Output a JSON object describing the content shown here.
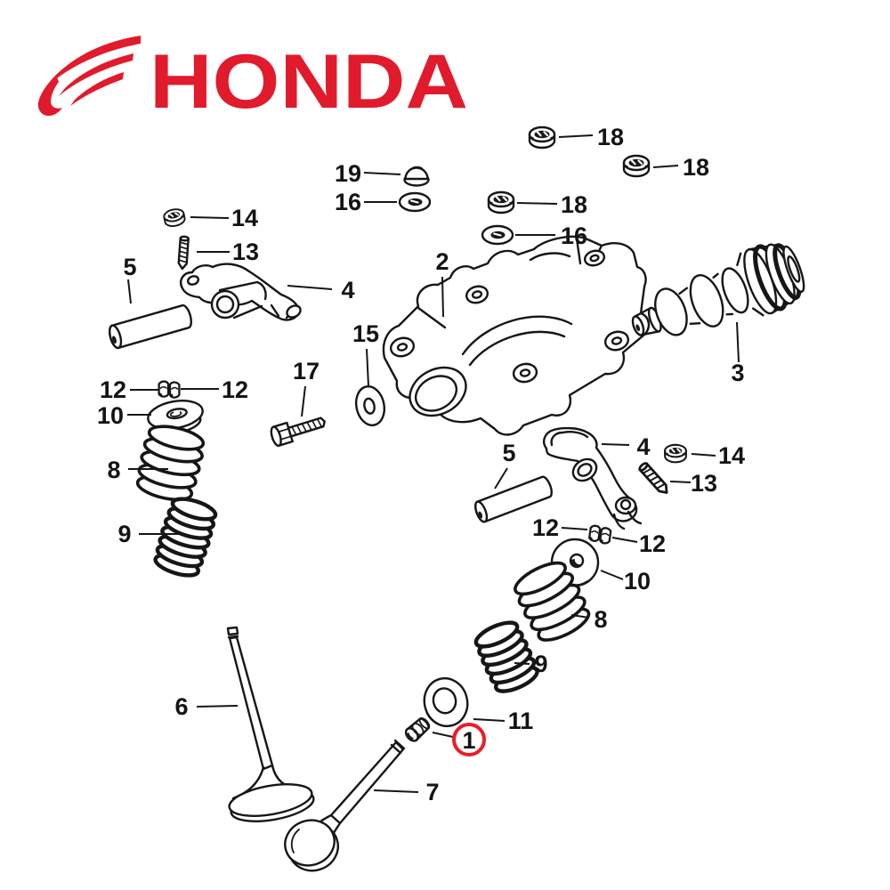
{
  "logo": {
    "brand": "HONDA"
  },
  "diagram": {
    "kind": "exploded-parts-diagram",
    "highlighted_callout": "1"
  },
  "colors": {
    "ink": "#161616",
    "logo-red": "#e11a2c",
    "highlight-red": "#ed1c24",
    "paper": "#ffffff"
  },
  "callouts": [
    {
      "text": "18"
    },
    {
      "text": "18"
    },
    {
      "text": "19"
    },
    {
      "text": "16"
    },
    {
      "text": "18"
    },
    {
      "text": "16"
    },
    {
      "text": "2"
    },
    {
      "text": "14"
    },
    {
      "text": "13"
    },
    {
      "text": "5"
    },
    {
      "text": "4"
    },
    {
      "text": "15"
    },
    {
      "text": "17"
    },
    {
      "text": "3"
    },
    {
      "text": "12"
    },
    {
      "text": "12"
    },
    {
      "text": "10"
    },
    {
      "text": "8"
    },
    {
      "text": "9"
    },
    {
      "text": "5"
    },
    {
      "text": "4"
    },
    {
      "text": "14"
    },
    {
      "text": "13"
    },
    {
      "text": "12"
    },
    {
      "text": "12"
    },
    {
      "text": "10"
    },
    {
      "text": "8"
    },
    {
      "text": "9"
    },
    {
      "text": "11"
    },
    {
      "text": "1",
      "highlighted": true
    },
    {
      "text": "6"
    },
    {
      "text": "7"
    }
  ]
}
